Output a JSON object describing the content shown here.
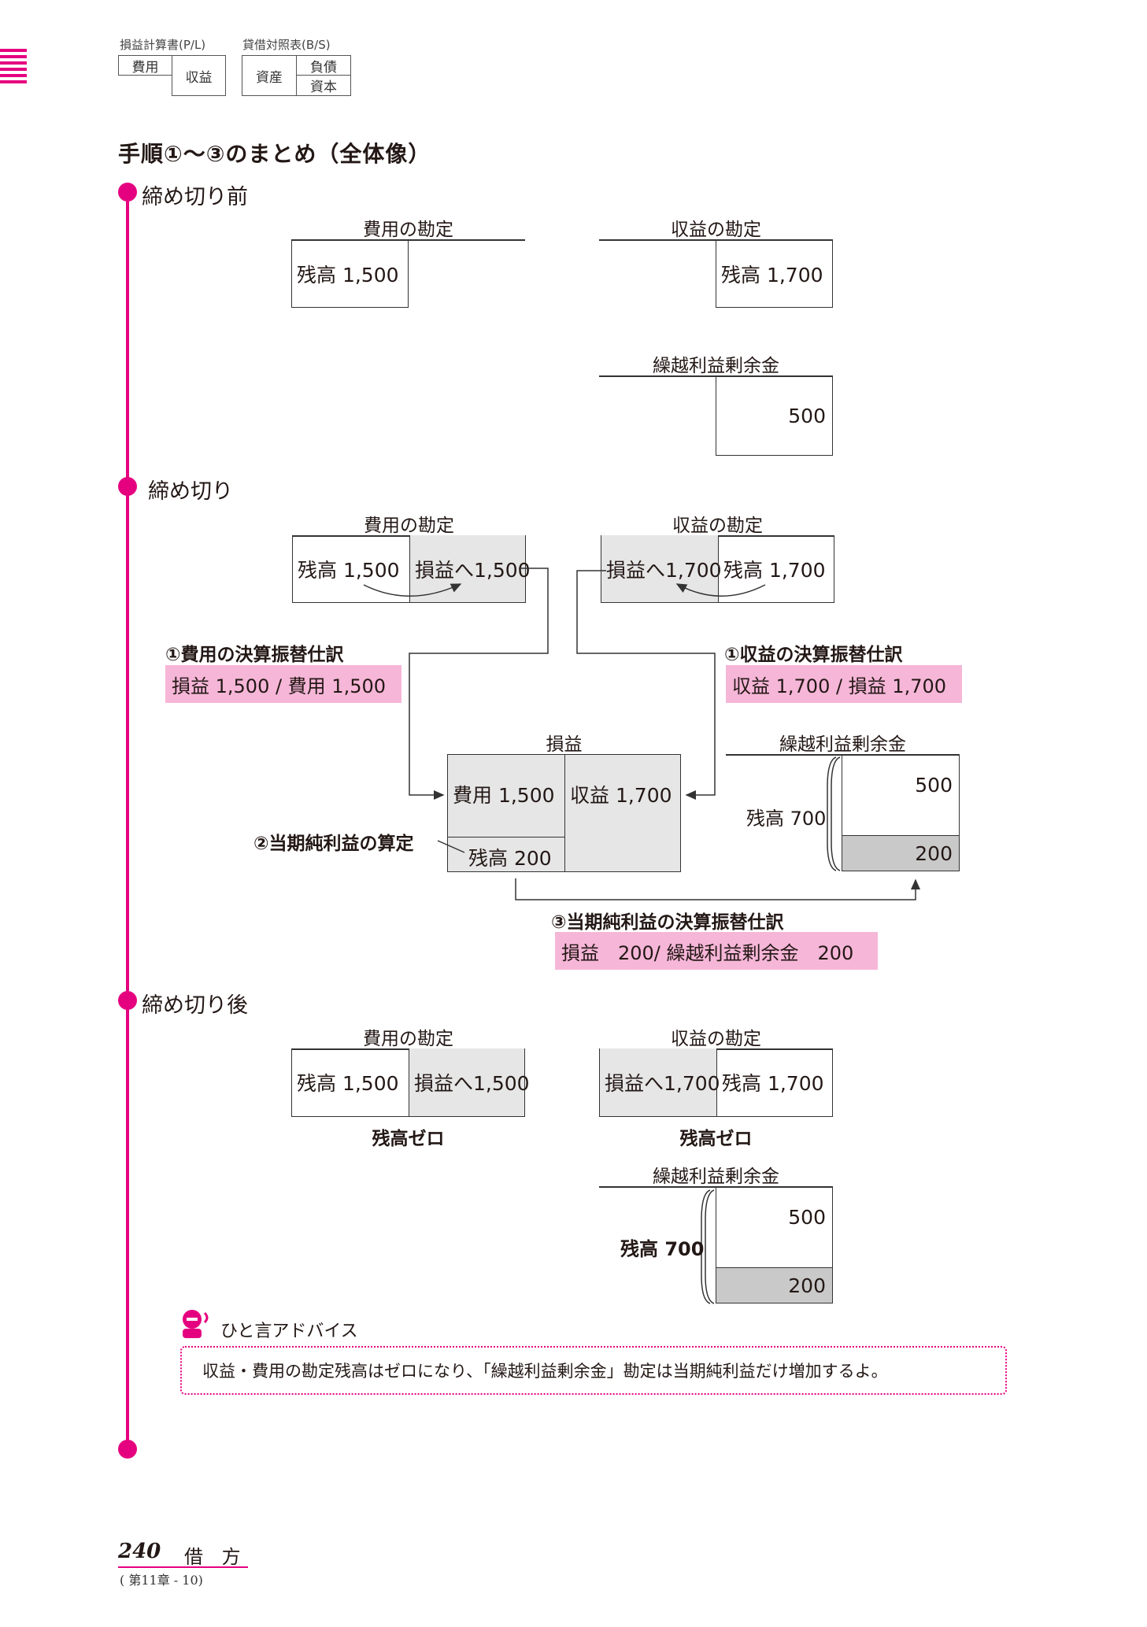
{
  "header": {
    "pl_label": "損益計算書(P/L)",
    "bs_label": "貸借対照表(B/S)",
    "expense": "費用",
    "revenue": "収益",
    "assets": "資産",
    "liabilities": "負債",
    "capital": "資本"
  },
  "title": "手順①〜③のまとめ（全体像）",
  "before": {
    "label": "締め切り前",
    "expense_title": "費用の勘定",
    "expense_debit": "残高 1,500",
    "revenue_title": "収益の勘定",
    "revenue_credit": "残高 1,700",
    "retained_title": "繰越利益剰余金",
    "retained_credit": "500"
  },
  "closing": {
    "label": "締め切り",
    "expense_title": "費用の勘定",
    "expense_debit": "残高 1,500",
    "expense_credit": "損益へ1,500",
    "revenue_title": "収益の勘定",
    "revenue_debit": "損益へ1,700",
    "revenue_credit": "残高 1,700",
    "note1_expense_label": "①費用の決算振替仕訳",
    "note1_expense_entry": "損益 1,500 / 費用 1,500",
    "note1_revenue_label": "①収益の決算振替仕訳",
    "note1_revenue_entry": "収益 1,700 / 損益 1,700",
    "pl_title": "損益",
    "pl_debit": "費用 1,500",
    "pl_credit": "収益 1,700",
    "pl_balance": "残高 200",
    "note2_label": "②当期純利益の算定",
    "retained_title": "繰越利益剰余金",
    "retained_credit1": "500",
    "retained_credit2": "200",
    "retained_balance": "残高 700",
    "note3_label": "③当期純利益の決算振替仕訳",
    "note3_entry": "損益　200/ 繰越利益剰余金　200"
  },
  "after": {
    "label": "締め切り後",
    "expense_title": "費用の勘定",
    "expense_debit": "残高 1,500",
    "expense_credit": "損益へ1,500",
    "expense_zero": "残高ゼロ",
    "revenue_title": "収益の勘定",
    "revenue_debit": "損益へ1,700",
    "revenue_credit": "残高 1,700",
    "revenue_zero": "残高ゼロ",
    "retained_title": "繰越利益剰余金",
    "retained_credit1": "500",
    "retained_credit2": "200",
    "retained_balance": "残高 700"
  },
  "advice": {
    "title": "ひと言アドバイス",
    "text": "収益・費用の勘定残高はゼロになり、「繰越利益剰余金」勘定は当期純利益だけ増加するよ。"
  },
  "footer": {
    "page_number": "240",
    "side": "借 方",
    "chapter": "( 第11章 - 10)"
  },
  "colors": {
    "accent": "#e5007f",
    "highlight": "#f6b6d8",
    "gray_fill": "#e6e6e6",
    "dark_fill": "#c9c9c9"
  }
}
